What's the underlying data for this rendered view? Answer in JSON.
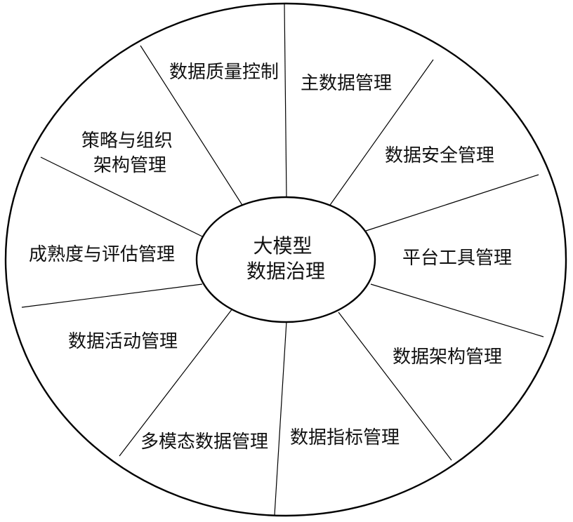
{
  "diagram": {
    "center": {
      "lines": [
        "大模型",
        "数据治理"
      ]
    },
    "segments": [
      {
        "lines": [
          "主数据管理"
        ]
      },
      {
        "lines": [
          "数据安全管理"
        ]
      },
      {
        "lines": [
          "平台工具管理"
        ]
      },
      {
        "lines": [
          "数据架构管理"
        ]
      },
      {
        "lines": [
          "数据指标管理"
        ]
      },
      {
        "lines": [
          "多模态数据管理"
        ]
      },
      {
        "lines": [
          "数据活动管理"
        ]
      },
      {
        "lines": [
          "成熟度与评估管理"
        ]
      },
      {
        "lines": [
          "策略与组织",
          "架构管理"
        ]
      },
      {
        "lines": [
          "数据质量控制"
        ]
      }
    ]
  }
}
